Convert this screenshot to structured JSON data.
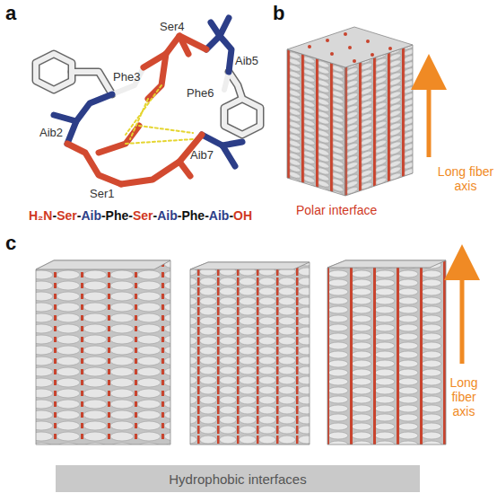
{
  "diagram": {
    "nodes": [
      {
        "text": [
          "Hydrophobic interfaces"
        ]
      }
    ],
    "labels": [
      "a",
      "b",
      "c",
      "Ser4",
      "Aib5",
      "Phe3",
      "Phe6",
      "Aib2",
      "Ser1",
      "Aib7",
      "H₂N-Ser-Aib-Phe-Ser-Aib-Phe-Aib-OH",
      "Polar interface",
      "Long fiber axis",
      "Long fiber axis"
    ]
  }
}
